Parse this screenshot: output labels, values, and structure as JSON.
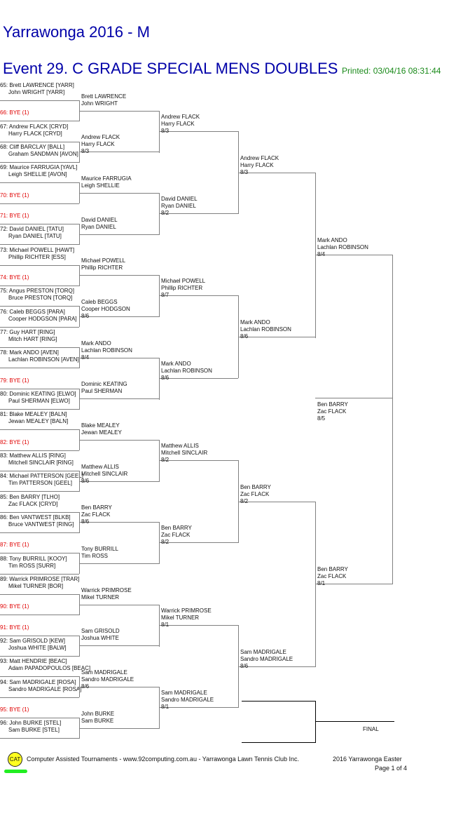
{
  "header": {
    "tournament": "Yarrawonga 2016 - M",
    "event": "Event 29. C GRADE SPECIAL MENS DOUBLES",
    "printed": "Printed: 03/04/16 08:31:44"
  },
  "round1": [
    {
      "num": "65:",
      "p1": "Brett LAWRENCE [YARR]",
      "p2": "John WRIGHT [YARR]"
    },
    {
      "num": "66:",
      "bye": "BYE",
      "bye_count": "(1)"
    },
    {
      "num": "67:",
      "p1": "Andrew FLACK [CRYD]",
      "p2": "Harry FLACK [CRYD]"
    },
    {
      "num": "68:",
      "p1": "Cliff BARCLAY [BALL]",
      "p2": "Graham SANDMAN [AVON]"
    },
    {
      "num": "69:",
      "p1": "Maurice FARRUGIA [YAVL]",
      "p2": "Leigh SHELLIE [AVON]"
    },
    {
      "num": "70:",
      "bye": "BYE",
      "bye_count": "(1)"
    },
    {
      "num": "71:",
      "bye": "BYE",
      "bye_count": "(1)"
    },
    {
      "num": "72:",
      "p1": "David DANIEL [TATU]",
      "p2": "Ryan DANIEL [TATU]"
    },
    {
      "num": "73:",
      "p1": "Michael POWELL [HAWT]",
      "p2": "Phillip RICHTER [ESS]"
    },
    {
      "num": "74:",
      "bye": "BYE",
      "bye_count": "(1)"
    },
    {
      "num": "75:",
      "p1": "Angus PRESTON [TORQ]",
      "p2": "Bruce PRESTON [TORQ]"
    },
    {
      "num": "76:",
      "p1": "Caleb BEGGS [PARA]",
      "p2": "Cooper HODGSON [PARA]"
    },
    {
      "num": "77:",
      "p1": "Guy HART [RING]",
      "p2": "Mitch HART [RING]"
    },
    {
      "num": "78:",
      "p1": "Mark ANDO [AVEN]",
      "p2": "Lachlan ROBINSON [AVEN]"
    },
    {
      "num": "79:",
      "bye": "BYE",
      "bye_count": "(1)"
    },
    {
      "num": "80:",
      "p1": "Dominic KEATING [ELWO]",
      "p2": "Paul SHERMAN [ELWO]"
    },
    {
      "num": "81:",
      "p1": "Blake MEALEY [BALN]",
      "p2": "Jewan MEALEY [BALN]"
    },
    {
      "num": "82:",
      "bye": "BYE",
      "bye_count": "(1)"
    },
    {
      "num": "83:",
      "p1": "Matthew ALLIS [RING]",
      "p2": "Mitchell SINCLAIR [RING]"
    },
    {
      "num": "84:",
      "p1": "Michael PATTERSON [GEEL]",
      "p2": "Tim PATTERSON [GEEL]"
    },
    {
      "num": "85:",
      "p1": "Ben BARRY [TLHO]",
      "p2": "Zac FLACK [CRYD]"
    },
    {
      "num": "86:",
      "p1": "Ben VANTWEST [BLKB]",
      "p2": "Bruce VANTWEST [RING]"
    },
    {
      "num": "87:",
      "bye": "BYE",
      "bye_count": "(1)"
    },
    {
      "num": "88:",
      "p1": "Tony BURRILL [KOOY]",
      "p2": "Tim ROSS [SURR]"
    },
    {
      "num": "89:",
      "p1": "Warrick PRIMROSE [TRAR]",
      "p2": "Mikel TURNER [BOR]"
    },
    {
      "num": "90:",
      "bye": "BYE",
      "bye_count": "(1)"
    },
    {
      "num": "91:",
      "bye": "BYE",
      "bye_count": "(1)"
    },
    {
      "num": "92:",
      "p1": "Sam GRISOLD [KEW]",
      "p2": "Joshua WHITE [BALW]"
    },
    {
      "num": "93:",
      "p1": "Matt HENDRIE [BEAC]",
      "p2": "Adam PAPADOPOULOS [BEAC]"
    },
    {
      "num": "94:",
      "p1": "Sam MADRIGALE [ROSA]",
      "p2": "Sandro MADRIGALE [ROSA]"
    },
    {
      "num": "95:",
      "bye": "BYE",
      "bye_count": "(1)"
    },
    {
      "num": "96:",
      "p1": "John BURKE [STEL]",
      "p2": "Sam BURKE [STEL]"
    }
  ],
  "round2": [
    {
      "p1": "Brett LAWRENCE",
      "p2": "John WRIGHT",
      "score": ""
    },
    {
      "p1": "Andrew FLACK",
      "p2": "Harry FLACK",
      "score": "8/3"
    },
    {
      "p1": "Maurice FARRUGIA",
      "p2": "Leigh SHELLIE",
      "score": ""
    },
    {
      "p1": "David DANIEL",
      "p2": "Ryan DANIEL",
      "score": ""
    },
    {
      "p1": "Michael POWELL",
      "p2": "Phillip RICHTER",
      "score": ""
    },
    {
      "p1": "Caleb BEGGS",
      "p2": "Cooper HODGSON",
      "score": "8/6"
    },
    {
      "p1": "Mark ANDO",
      "p2": "Lachlan ROBINSON",
      "score": "8/4"
    },
    {
      "p1": "Dominic KEATING",
      "p2": "Paul SHERMAN",
      "score": ""
    },
    {
      "p1": "Blake MEALEY",
      "p2": "Jewan MEALEY",
      "score": ""
    },
    {
      "p1": "Matthew ALLIS",
      "p2": "Mitchell SINCLAIR",
      "score": "8/6"
    },
    {
      "p1": "Ben BARRY",
      "p2": "Zac FLACK",
      "score": "8/6"
    },
    {
      "p1": "Tony BURRILL",
      "p2": "Tim ROSS",
      "score": ""
    },
    {
      "p1": "Warrick PRIMROSE",
      "p2": "Mikel TURNER",
      "score": ""
    },
    {
      "p1": "Sam GRISOLD",
      "p2": "Joshua WHITE",
      "score": ""
    },
    {
      "p1": "Sam MADRIGALE",
      "p2": "Sandro MADRIGALE",
      "score": "8/6"
    },
    {
      "p1": "John BURKE",
      "p2": "Sam BURKE",
      "score": ""
    }
  ],
  "round3": [
    {
      "p1": "Andrew FLACK",
      "p2": "Harry FLACK",
      "score": "8/3"
    },
    {
      "p1": "David DANIEL",
      "p2": "Ryan DANIEL",
      "score": "8/2"
    },
    {
      "p1": "Michael POWELL",
      "p2": "Phillip RICHTER",
      "score": "8/7"
    },
    {
      "p1": "Mark ANDO",
      "p2": "Lachlan ROBINSON",
      "score": "8/6"
    },
    {
      "p1": "Matthew ALLIS",
      "p2": "Mitchell SINCLAIR",
      "score": "8/2"
    },
    {
      "p1": "Ben BARRY",
      "p2": "Zac FLACK",
      "score": "8/2"
    },
    {
      "p1": "Warrick PRIMROSE",
      "p2": "Mikel TURNER",
      "score": "8/1"
    },
    {
      "p1": "Sam MADRIGALE",
      "p2": "Sandro MADRIGALE",
      "score": "8/1"
    }
  ],
  "round4": [
    {
      "p1": "Andrew FLACK",
      "p2": "Harry FLACK",
      "score": "8/3"
    },
    {
      "p1": "Mark ANDO",
      "p2": "Lachlan ROBINSON",
      "score": "8/6"
    },
    {
      "p1": "Ben BARRY",
      "p2": "Zac FLACK",
      "score": "8/2"
    },
    {
      "p1": "Sam MADRIGALE",
      "p2": "Sandro MADRIGALE",
      "score": "8/6"
    }
  ],
  "round5": [
    {
      "p1": "Mark ANDO",
      "p2": "Lachlan ROBINSON",
      "score": "8/4"
    },
    {
      "p1": "Ben BARRY",
      "p2": "Zac FLACK",
      "score": "8/1"
    }
  ],
  "semi_winner": {
    "p1": "Ben BARRY",
    "p2": "Zac FLACK",
    "score": "8/5"
  },
  "final_label": "FINAL",
  "footer": {
    "logo_text": "CAT",
    "credit": "Computer Assisted Tournaments - www.92computing.com.au -  Yarrawonga Lawn Tennis Club Inc.",
    "event_name": "2016 Yarrawonga Easter",
    "page": "Page 1 of 4"
  }
}
